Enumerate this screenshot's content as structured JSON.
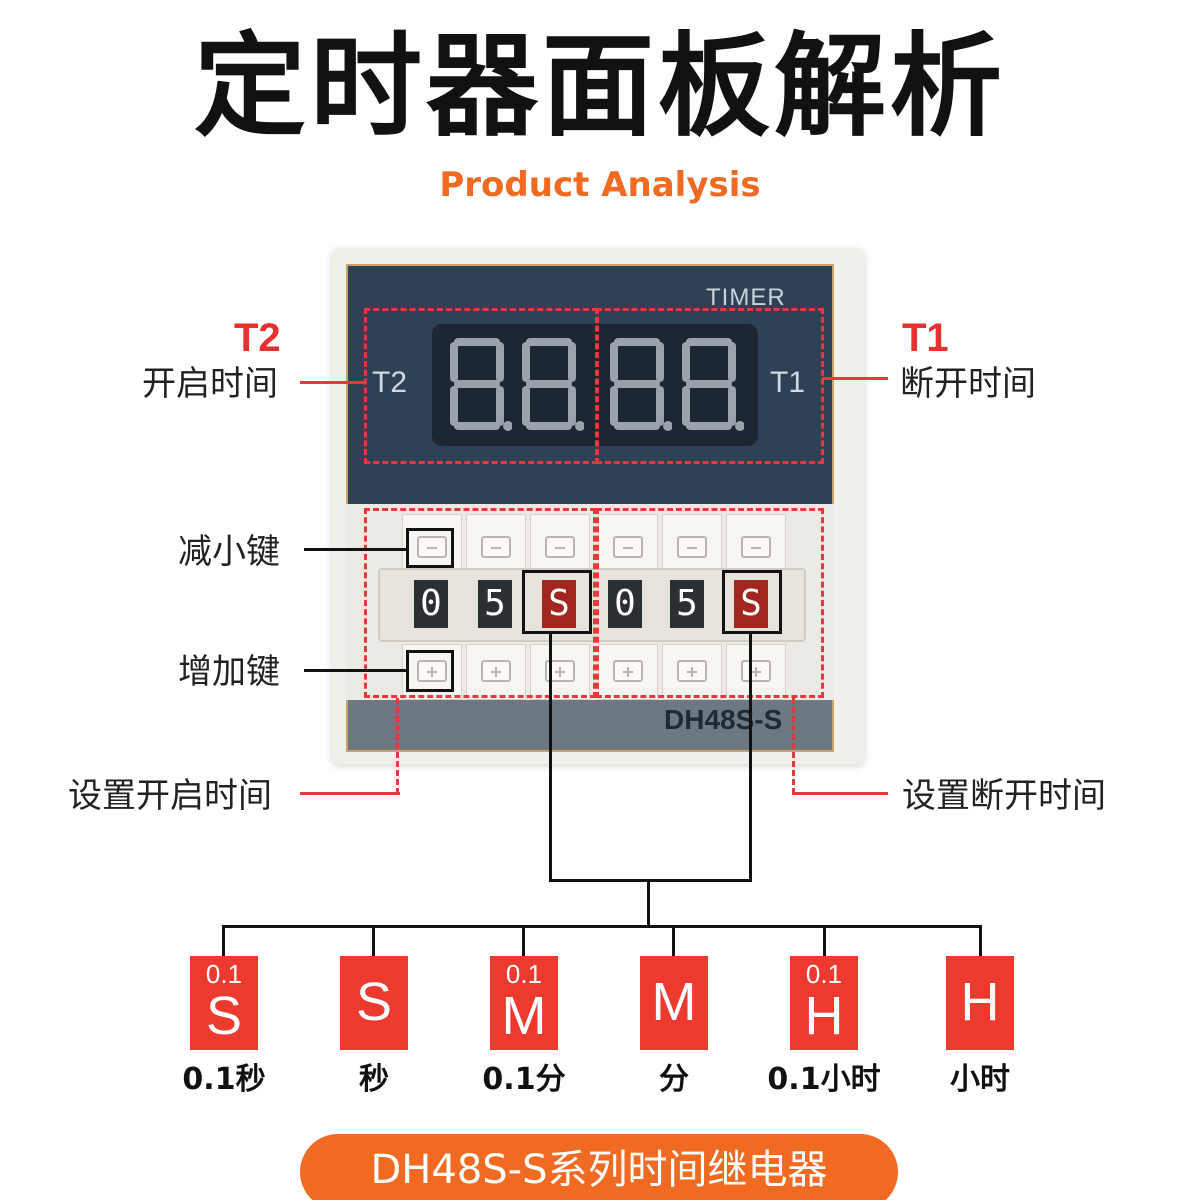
{
  "title": "定时器面板解析",
  "subtitle": "Product Analysis",
  "device": {
    "timer_label": "TIMER",
    "t2_tag": "T2",
    "t1_tag": "T1",
    "model": "DH48S-S",
    "dials": [
      "0",
      "5",
      "S",
      "0",
      "5",
      "S"
    ]
  },
  "callouts": {
    "t2_title": "T2",
    "t2_desc": "开启时间",
    "t1_title": "T1",
    "t1_desc": "断开时间",
    "decrease_key": "减小键",
    "increase_key": "增加键",
    "set_on_time": "设置开启时间",
    "set_off_time": "设置断开时间"
  },
  "units": [
    {
      "small": "0.1",
      "big": "S",
      "caption": "0.1秒"
    },
    {
      "small": "",
      "big": "S",
      "caption": "秒"
    },
    {
      "small": "0.1",
      "big": "M",
      "caption": "0.1分"
    },
    {
      "small": "",
      "big": "M",
      "caption": "分"
    },
    {
      "small": "0.1",
      "big": "H",
      "caption": "0.1小时"
    },
    {
      "small": "",
      "big": "H",
      "caption": "小时"
    }
  ],
  "footer": "DH48S-S系列时间继电器",
  "colors": {
    "accent_orange": "#f06a22",
    "callout_red": "#e8302e",
    "unit_red": "#ec3a2f",
    "panel_navy": "#2f4154"
  }
}
